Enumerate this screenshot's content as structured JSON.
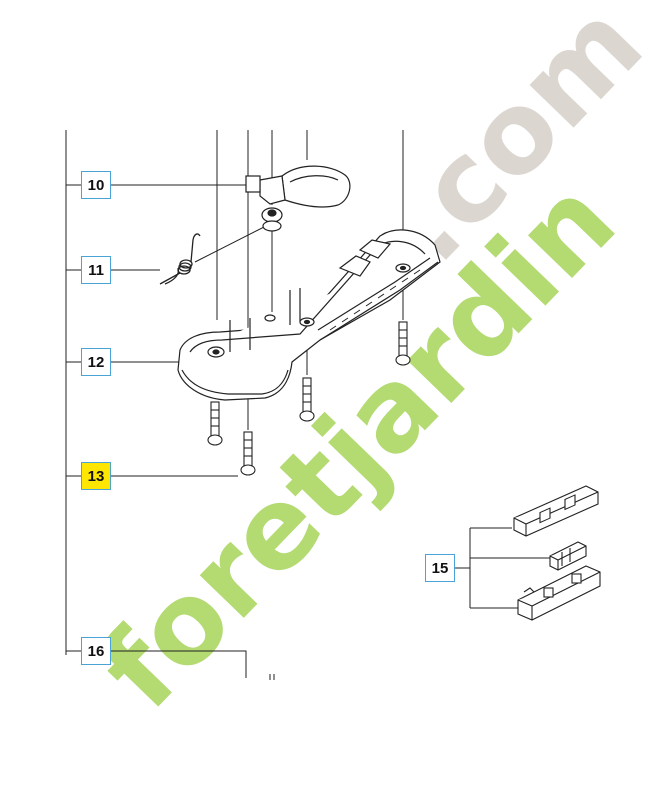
{
  "callouts": {
    "c10": "10",
    "c11": "11",
    "c12": "12",
    "c13": "13",
    "c15": "15",
    "c16": "16"
  },
  "highlighted_callout": "13",
  "small_mark": "II",
  "watermark": {
    "text": "foretjardin.com",
    "green": "#a7d45a",
    "grey": "#d7d0c8"
  },
  "colors": {
    "callout_border": "#4aa3d6",
    "highlight": "#ffe600",
    "line": "#222222"
  }
}
